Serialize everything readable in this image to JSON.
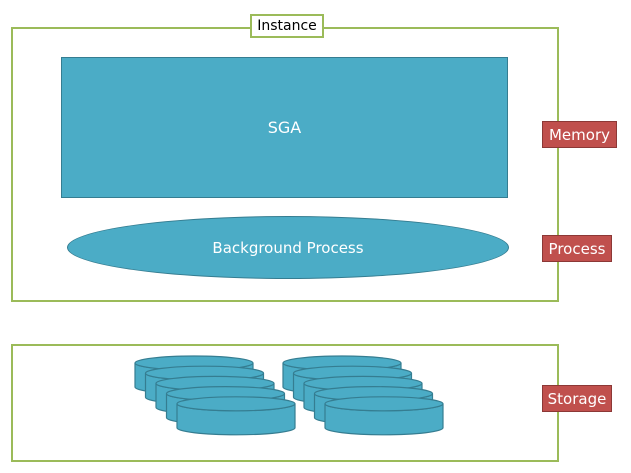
{
  "instance": {
    "label": "Instance"
  },
  "sga": {
    "label": "SGA"
  },
  "background_process": {
    "label": "Background Process"
  },
  "tags": {
    "memory": "Memory",
    "process": "Process",
    "storage": "Storage"
  },
  "storage": {
    "disk_stacks": 2,
    "disks_per_stack": 5
  },
  "colors": {
    "frame": "#9bbb59",
    "component_fill": "#4bacc6",
    "component_border": "#357d91",
    "tag_fill": "#c0504d"
  }
}
